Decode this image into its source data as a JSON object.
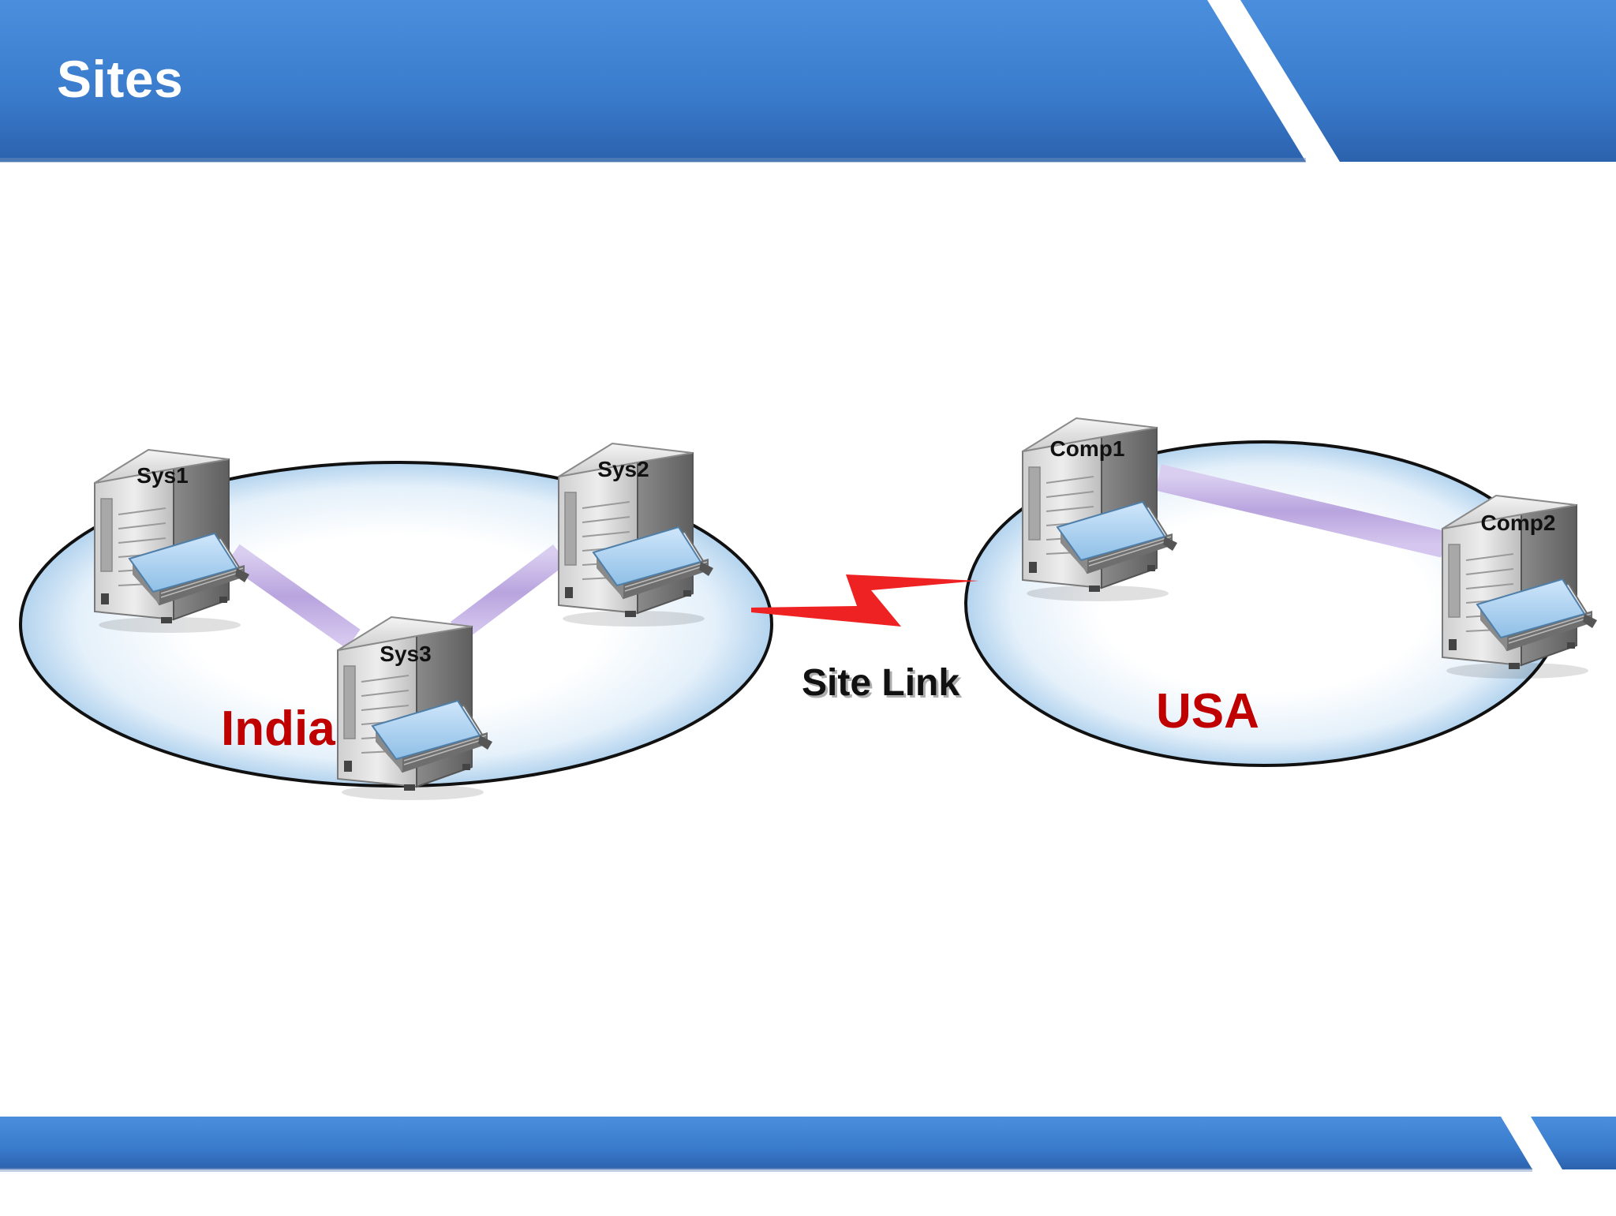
{
  "slide": {
    "title": "Sites"
  },
  "sites": [
    {
      "name": "India",
      "label_color": "#c00000",
      "servers": [
        "Sys1",
        "Sys2",
        "Sys3"
      ]
    },
    {
      "name": "USA",
      "label_color": "#c00000",
      "servers": [
        "Comp1",
        "Comp2"
      ]
    }
  ],
  "site_link": {
    "label": "Site Link",
    "color": "#ee2222"
  },
  "colors": {
    "banner_blue": "#3b7fd0",
    "banner_dark": "#2a5fa8",
    "connection_purple": "#b9a4de",
    "ellipse_fill_edge": "#b9d7ef"
  }
}
